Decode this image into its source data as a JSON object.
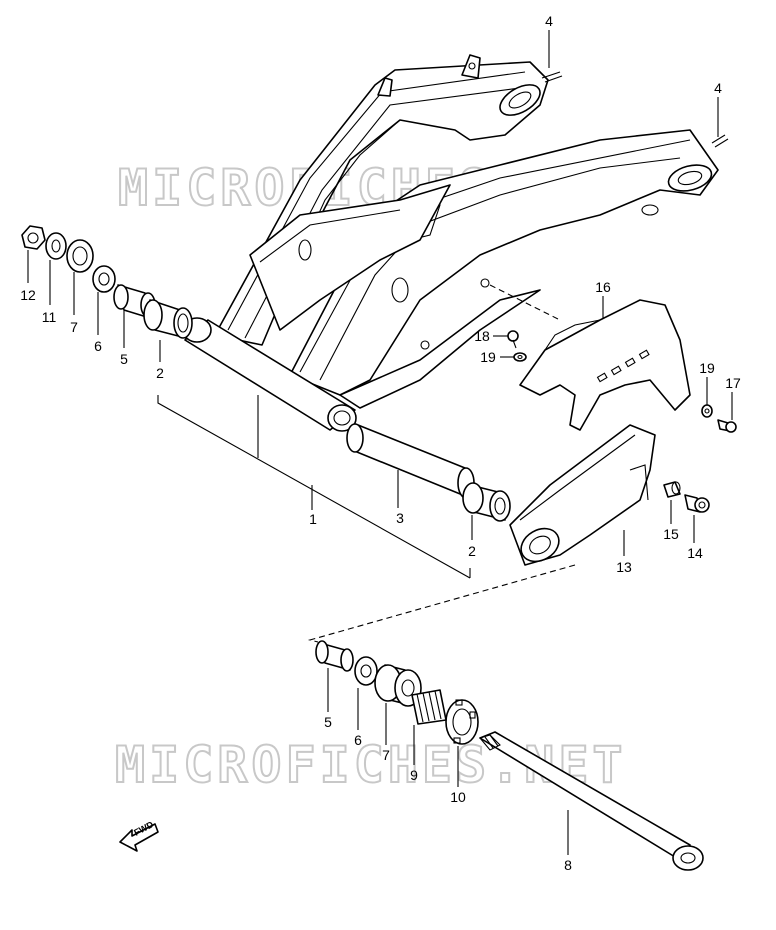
{
  "watermark": "MICROFICHES.NET",
  "fwd_label": "FWD",
  "callouts": {
    "c1": "1",
    "c2a": "2",
    "c2b": "2",
    "c3": "3",
    "c4a": "4",
    "c4b": "4",
    "c5a": "5",
    "c5b": "5",
    "c6a": "6",
    "c6b": "6",
    "c7a": "7",
    "c7b": "7",
    "c8": "8",
    "c9": "9",
    "c10": "10",
    "c11": "11",
    "c12": "12",
    "c13": "13",
    "c14": "14",
    "c15": "15",
    "c16": "16",
    "c17": "17",
    "c18": "18",
    "c19a": "19",
    "c19b": "19"
  },
  "colors": {
    "line": "#000000",
    "watermark": "#c8c8c8",
    "background": "#ffffff"
  }
}
